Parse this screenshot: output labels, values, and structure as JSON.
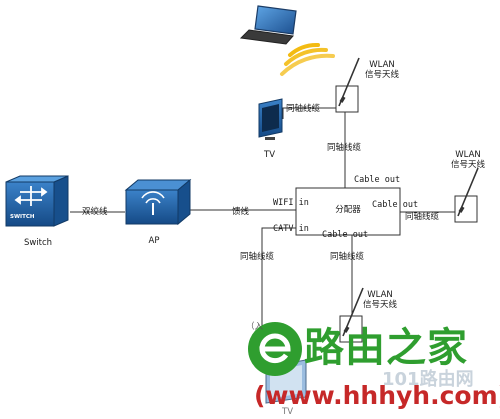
{
  "nodes": {
    "switch_label": "Switch",
    "switch_device_text": "SWITCH",
    "ap_label": "AP",
    "splitter_label": "分配器",
    "tv_top_label": "TV",
    "tv_bottom_label": "TV",
    "wlan_top_label": "WLAN\n信号天线",
    "wlan_right_label": "WLAN\n信号天线",
    "wlan_bottom_label": "WLAN\n信号天线"
  },
  "links": {
    "twisted_pair": "双绞线",
    "feeder": "馈线",
    "coax_tv_top": "同轴线缆",
    "coax_top": "同轴线缆",
    "coax_right": "同轴线缆",
    "coax_bottom_left": "同轴线缆",
    "coax_bottom": "同轴线缆"
  },
  "ports": {
    "wifi_in": "WIFI in",
    "catv_in": "CATV in",
    "cable_out_top": "Cable out",
    "cable_out_right": "Cable out",
    "cable_out_bottom": "Cable out"
  },
  "partial_text": {
    "paren_left": "（入"
  },
  "watermark": {
    "brand": "路由之家",
    "url": "(www.hhhyh.com)",
    "faint": "101路由网",
    "colors": {
      "green": "#2f9e2f",
      "red": "#c62828",
      "faint": "#c9d3dc"
    }
  },
  "colors": {
    "device_blue": "#1f5fa8",
    "signal_yellow": "#f2b705",
    "line": "#333333"
  }
}
